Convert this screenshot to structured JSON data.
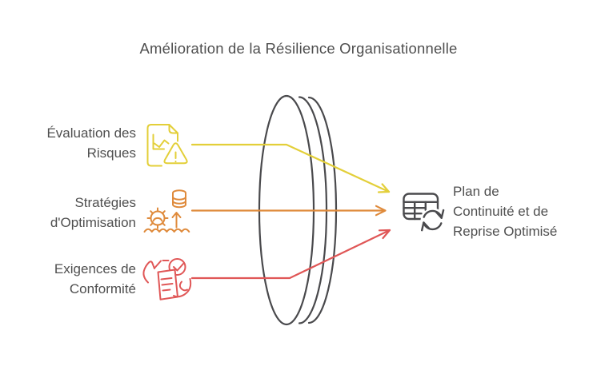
{
  "title": "Amélioration de la Résilience Organisationnelle",
  "colors": {
    "yellow": "#e3cf39",
    "orange": "#df8a3b",
    "red": "#e05757",
    "dark": "#4a4a4d",
    "text": "#4f4f4f",
    "background": "#ffffff"
  },
  "inputs": [
    {
      "label": "Évaluation des\nRisques",
      "color": "#e3cf39",
      "icon": "risk-document-chart-warning-icon"
    },
    {
      "label": "Stratégies\nd'Optimisation",
      "color": "#df8a3b",
      "icon": "gear-database-uparrow-icon"
    },
    {
      "label": "Exigences de\nConformité",
      "color": "#e05757",
      "icon": "compliance-checklist-hands-icon"
    }
  ],
  "lens": {
    "shape": "lens-disc"
  },
  "output": {
    "label": "Plan de\nContinuité et de\nReprise Optimisé",
    "color": "#4a4a4d",
    "icon": "table-sync-icon"
  }
}
